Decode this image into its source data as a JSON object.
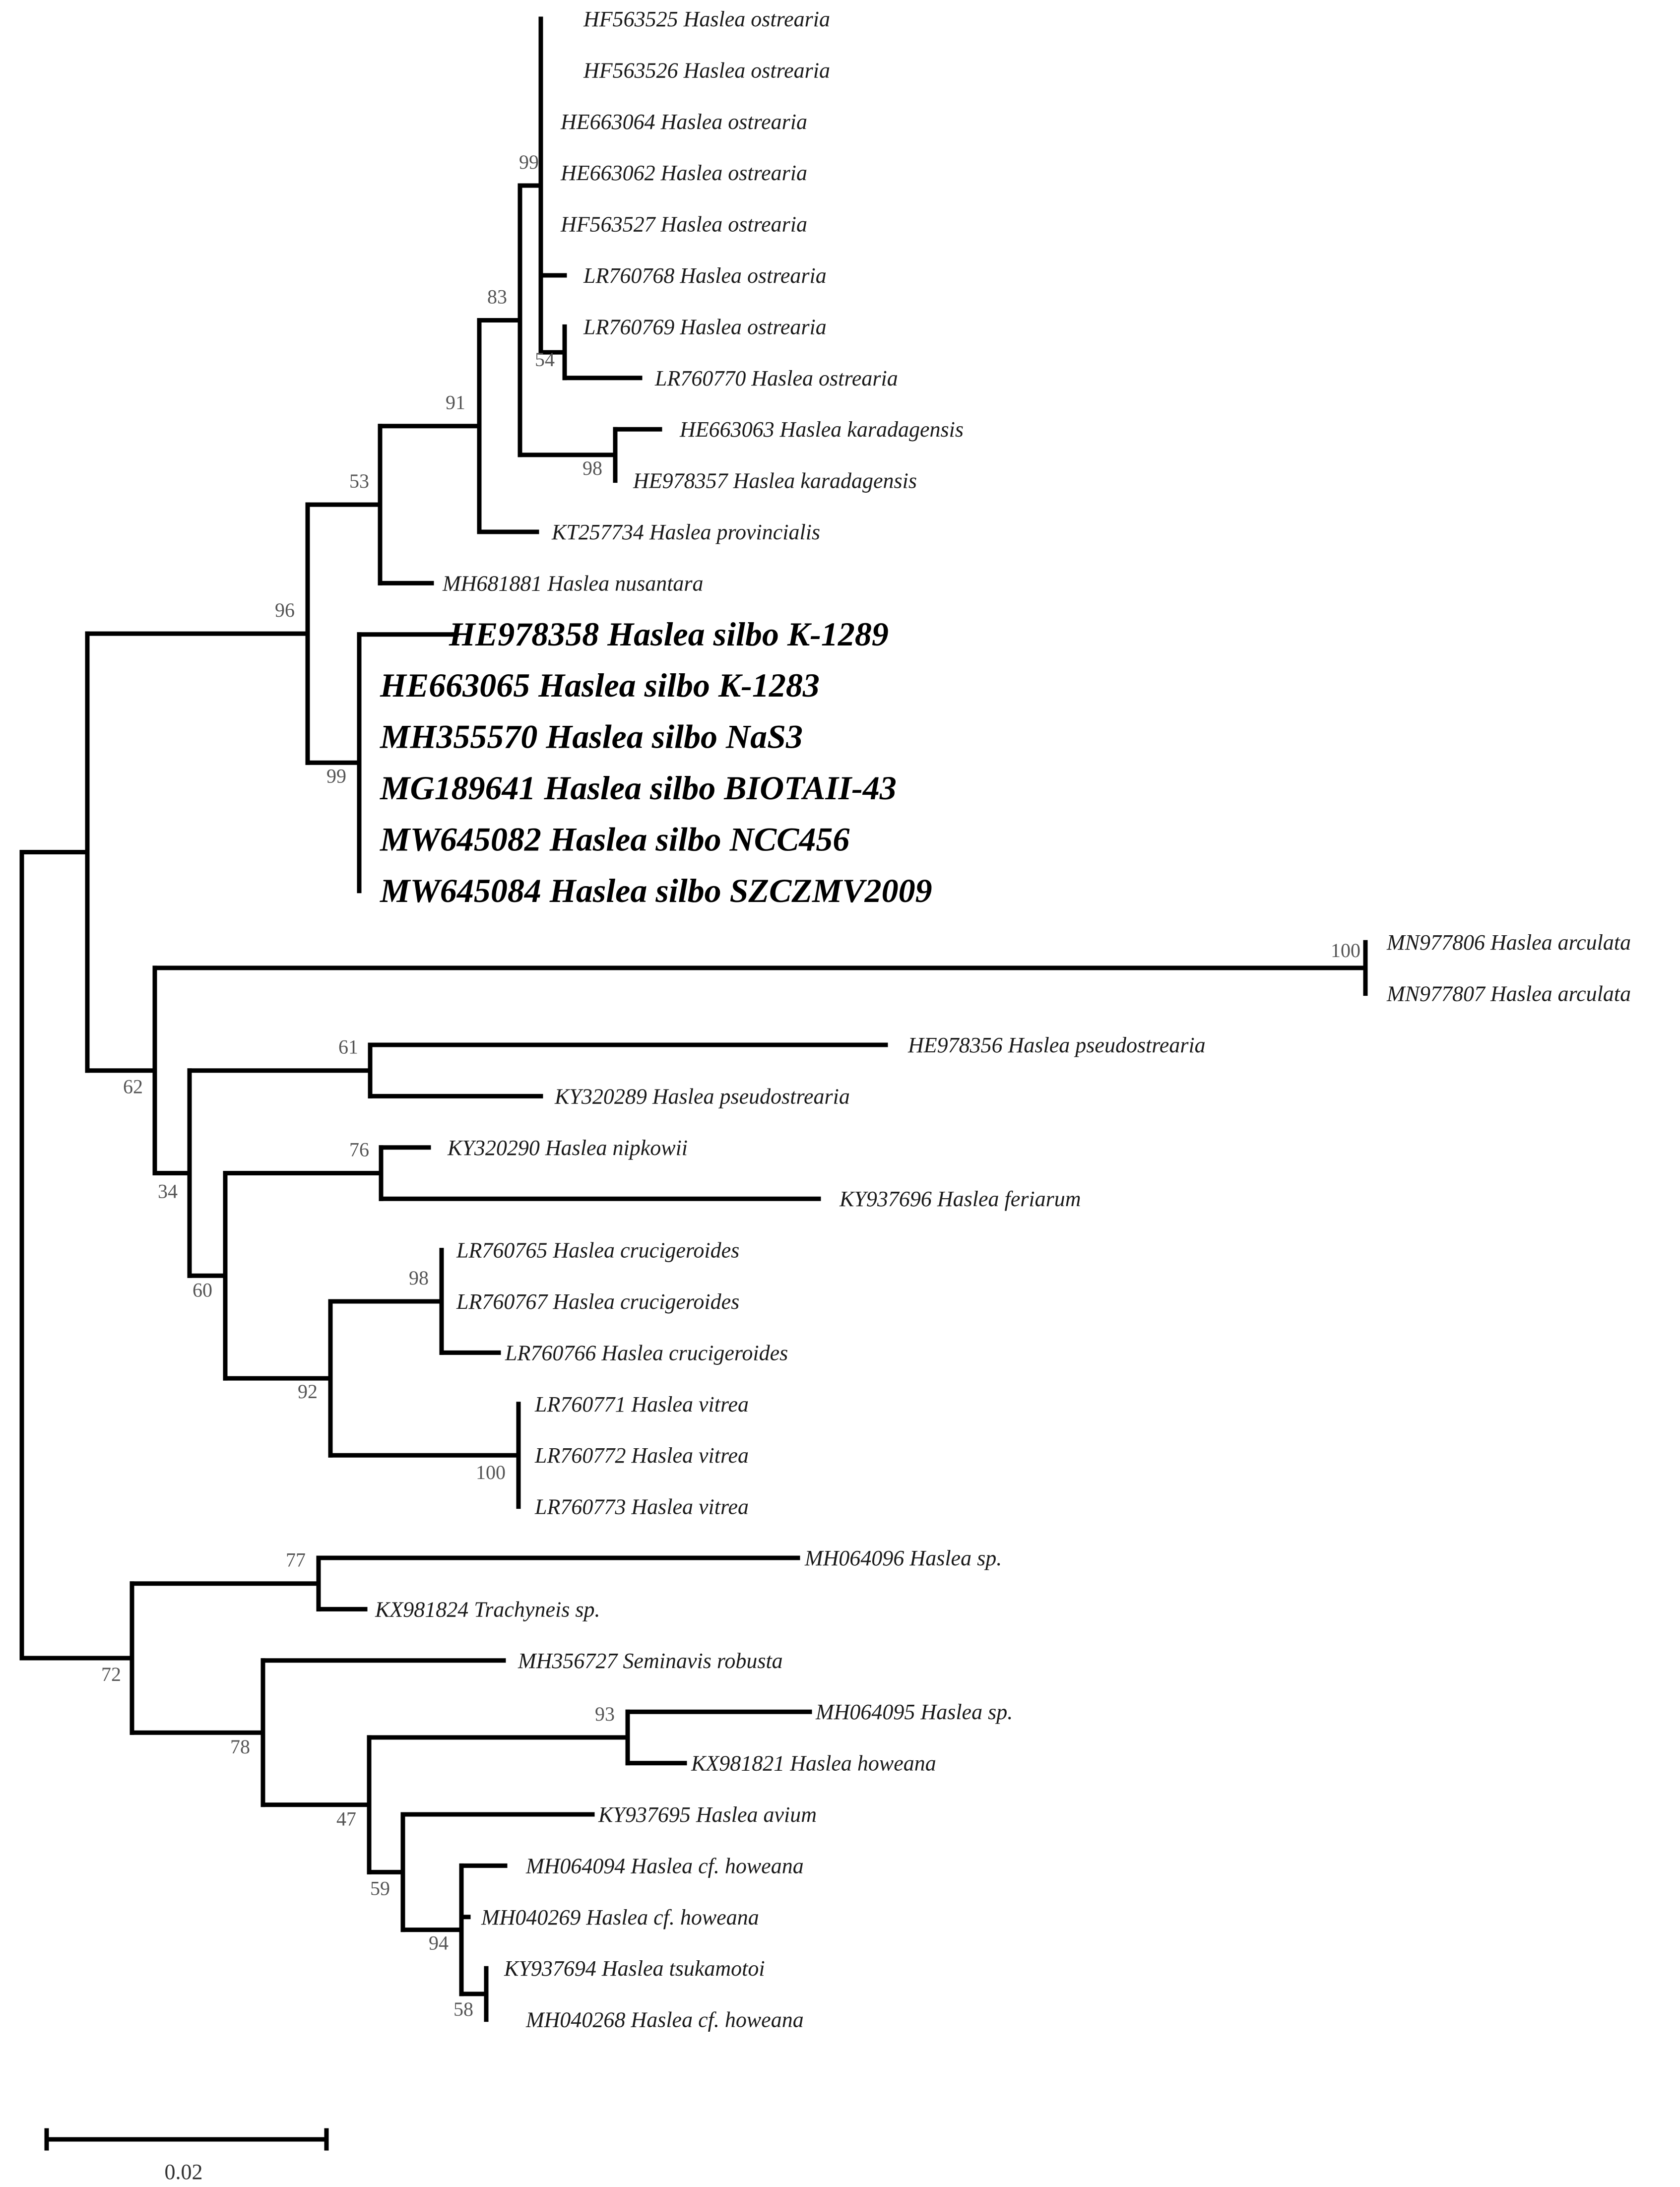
{
  "tree": {
    "leaves": [
      {
        "text": "HF563525 Haslea ostrearia"
      },
      {
        "text": "HF563526 Haslea ostrearia"
      },
      {
        "text": "HE663064 Haslea ostrearia"
      },
      {
        "text": "HE663062 Haslea ostrearia"
      },
      {
        "text": "HF563527 Haslea ostrearia"
      },
      {
        "text": "LR760768 Haslea ostrearia"
      },
      {
        "text": "LR760769 Haslea ostrearia"
      },
      {
        "text": "LR760770 Haslea ostrearia"
      },
      {
        "text": "HE663063 Haslea karadagensis"
      },
      {
        "text": "HE978357 Haslea karadagensis"
      },
      {
        "text": "KT257734 Haslea provincialis"
      },
      {
        "text": "MH681881 Haslea nusantara"
      },
      {
        "text": "HE978358 Haslea silbo K-1289",
        "highlight": true
      },
      {
        "text": "HE663065 Haslea silbo K-1283",
        "highlight": true
      },
      {
        "text": "MH355570 Haslea silbo NaS3",
        "highlight": true
      },
      {
        "text": "MG189641 Haslea silbo BIOTAII-43",
        "highlight": true
      },
      {
        "text": "MW645082 Haslea silbo NCC456",
        "highlight": true
      },
      {
        "text": "MW645084 Haslea silbo SZCZMV2009",
        "highlight": true
      },
      {
        "text": "MN977806 Haslea arculata"
      },
      {
        "text": "MN977807 Haslea arculata"
      },
      {
        "text": "HE978356 Haslea pseudostrearia"
      },
      {
        "text": "KY320289 Haslea pseudostrearia"
      },
      {
        "text": "KY320290 Haslea nipkowii"
      },
      {
        "text": "KY937696 Haslea feriarum"
      },
      {
        "text": "LR760765 Haslea crucigeroides"
      },
      {
        "text": "LR760767 Haslea crucigeroides"
      },
      {
        "text": "LR760766 Haslea crucigeroides"
      },
      {
        "text": "LR760771 Haslea vitrea"
      },
      {
        "text": "LR760772 Haslea vitrea"
      },
      {
        "text": "LR760773 Haslea vitrea"
      },
      {
        "text": "MH064096 Haslea sp."
      },
      {
        "text": "KX981824 Trachyneis sp."
      },
      {
        "text": "MH356727 Seminavis robusta"
      },
      {
        "text": "MH064095 Haslea sp."
      },
      {
        "text": "KX981821 Haslea howeana"
      },
      {
        "text": "KY937695 Haslea avium"
      },
      {
        "text": "MH064094 Haslea cf. howeana"
      },
      {
        "text": "MH040269 Haslea cf. howeana"
      },
      {
        "text": "KY937694 Haslea tsukamotoi"
      },
      {
        "text": "MH040268 Haslea cf. howeana"
      }
    ],
    "bootstrap": [
      "99",
      "54",
      "83",
      "98",
      "91",
      "53",
      "96",
      "99",
      "100",
      "61",
      "76",
      "98",
      "92",
      "100",
      "60",
      "34",
      "62",
      "77",
      "93",
      "94",
      "58",
      "59",
      "47",
      "78",
      "72"
    ],
    "scale_bar": {
      "label": "0.02",
      "length": 0.02
    }
  }
}
